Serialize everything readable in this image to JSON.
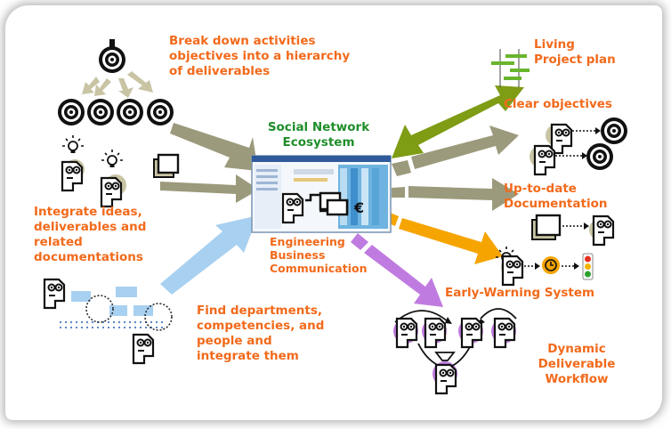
{
  "center": {
    "title": "Social Network\nEcosystem",
    "subtitle": "Engineering\nBusiness\nCommunication"
  },
  "inputs": {
    "breakdown": "Break down activities\nobjectives into a hierarchy\nof deliverables",
    "integrate": "Integrate ideas,\ndeliverables and\nrelated\ndocumentations",
    "departments": "Find departments,\ncompetencies, and\npeople and\nintegrate them"
  },
  "outputs": {
    "living_plan": "Living\nProject plan",
    "clear_objectives": "Clear objectives",
    "documentation": "Up-to-date\nDocumentation",
    "early_warning": "Early-Warning System",
    "workflow": "Dynamic\nDeliverable\nWorkflow"
  },
  "center_symbol": "€",
  "colors": {
    "label_orange": "#f26a1b",
    "title_green": "#1f8e2a",
    "arrow_olive": "#9c9a7c",
    "arrow_green": "#7e9c14",
    "arrow_blue": "#a8d0f0",
    "arrow_orange": "#f6a400",
    "arrow_purple": "#c07be0",
    "plan_bar": "#69b52e"
  },
  "icons": [
    "target-icon",
    "person-icon",
    "lightbulb-icon",
    "document-icon",
    "clock-icon",
    "traffic-light-icon",
    "process-icon"
  ]
}
